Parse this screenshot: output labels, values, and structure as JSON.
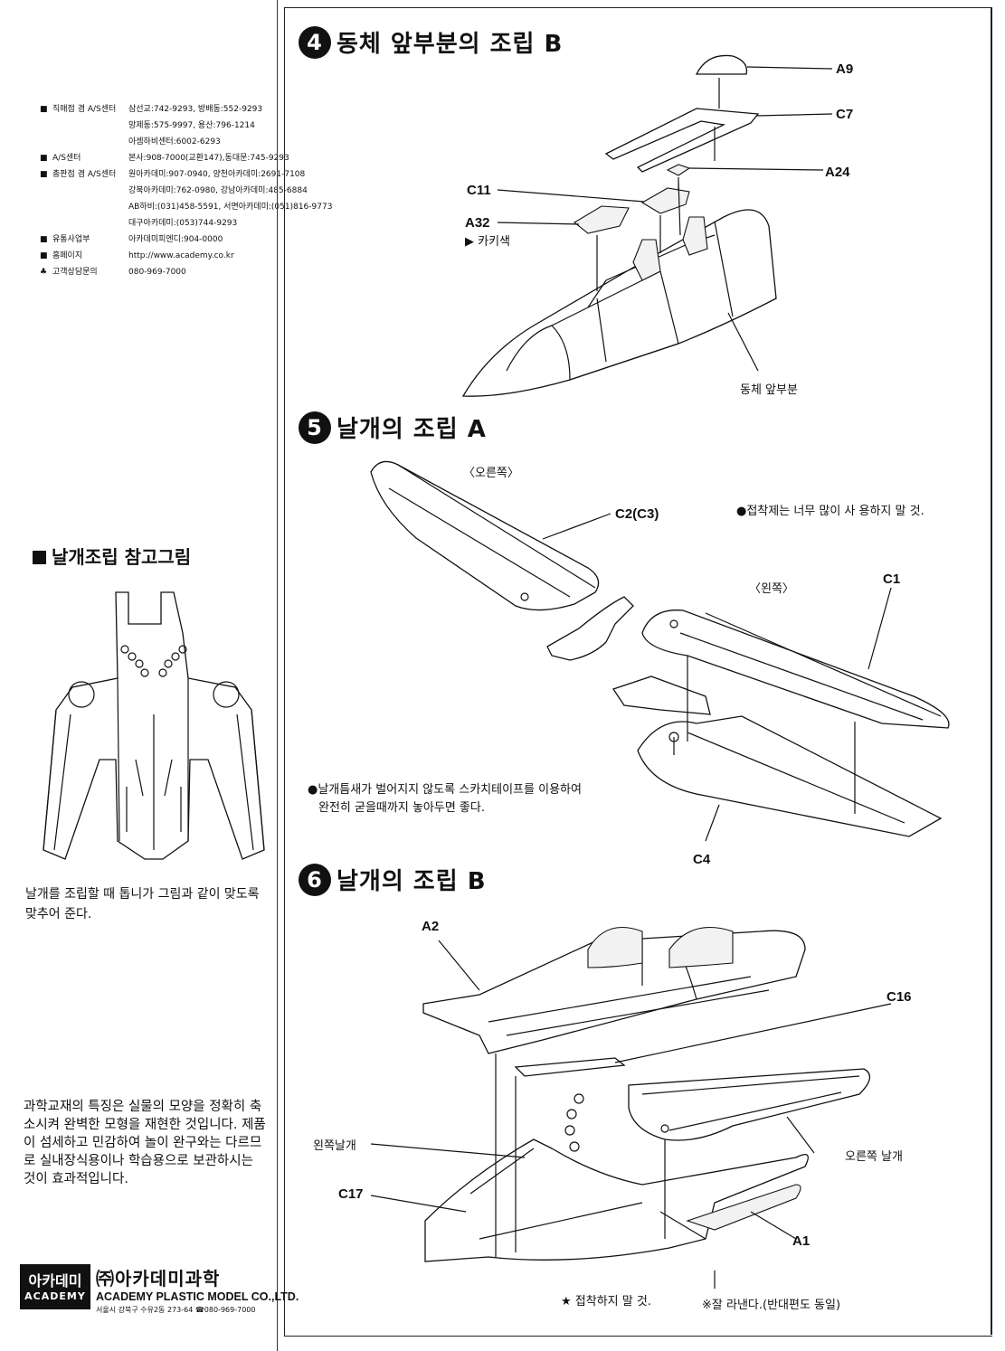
{
  "contacts": [
    {
      "bullet": "■",
      "label": "직매점 겸 A/S센터",
      "lines": [
        "삼선교:742-9293, 방배동:552-9293",
        "망제동:575-9997, 용산:796-1214",
        "아셈하비센터:6002-6293"
      ]
    },
    {
      "bullet": "■",
      "label": "A/S센터",
      "lines": [
        "본사:908-7000(교환147),동대문:745-9293"
      ]
    },
    {
      "bullet": "■",
      "label": "총판점 겸 A/S센터",
      "lines": [
        "원아카데미:907-0940, 양천아카데미:2691-7108",
        "강북아카데미:762-0980, 강남아카데미:485-6884",
        "AB하비:(031)458-5591, 서면아카데미:(051)816-9773",
        "대구아카데미:(053)744-9293"
      ]
    },
    {
      "bullet": "■",
      "label": "유통사업부",
      "lines": [
        "아카데미피엔디:904-0000"
      ]
    },
    {
      "bullet": "■",
      "label": "홈페이지",
      "lines": [
        "http://www.academy.co.kr"
      ]
    },
    {
      "bullet": "♣",
      "label": "고객상담문의",
      "lines": [
        "080-969-7000"
      ]
    }
  ],
  "side": {
    "ref_title": "날개조립 참고그림",
    "ref_note": "날개를 조립할 때   톱니가 그림과 같이 맞도록 맞추어 준다.",
    "edu_text": "과학교재의 특징은 실물의 모양을 정확히 축소시켜 완벽한 모형을 재현한 것입니다. 제품이 섬세하고 민감하여 놀이 완구와는 다르므로 실내장식용이나 학습용으로 보관하시는 것이 효과적입니다."
  },
  "company": {
    "logo_kr": "아카데미",
    "logo_en": "ACADEMY",
    "name_kr": "㈜아카데미과학",
    "name_en": "ACADEMY PLASTIC MODEL CO.,LTD.",
    "address": "서울시 강북구 수유2동 273-64  ☎080-969-7000"
  },
  "steps": [
    {
      "number": "4",
      "title": "동체 앞부분의 조립 B"
    },
    {
      "number": "5",
      "title": "날개의 조립 A"
    },
    {
      "number": "6",
      "title": "날개의 조립 B"
    }
  ],
  "step4_labels": {
    "a9": "A9",
    "c7": "C7",
    "a24": "A24",
    "c11": "C11",
    "a32": "A32",
    "a32_note": "▶ 카키색",
    "fuselage": "동체 앞부분"
  },
  "step5_labels": {
    "right": "〈오른쪽〉",
    "left": "〈왼쪽〉",
    "c2c3": "C2(C3)",
    "c1": "C1",
    "c4": "C4",
    "glue_note": "●접착제는 너무 많이 사 용하지 말 것.",
    "tape_note_1": "●날개틈새가 벌어지지 않도록 스카치테이프를 이용하여",
    "tape_note_2": "완전히 굳을때까지 놓아두면 좋다."
  },
  "step6_labels": {
    "a2": "A2",
    "c16": "C16",
    "left_wing": "왼쪽날개",
    "right_wing": "오른쪽 날개",
    "c17": "C17",
    "a1": "A1",
    "no_glue": "★ 접착하지 말 것.",
    "cut_note": "※잘 라낸다.(반대편도 동일)"
  }
}
